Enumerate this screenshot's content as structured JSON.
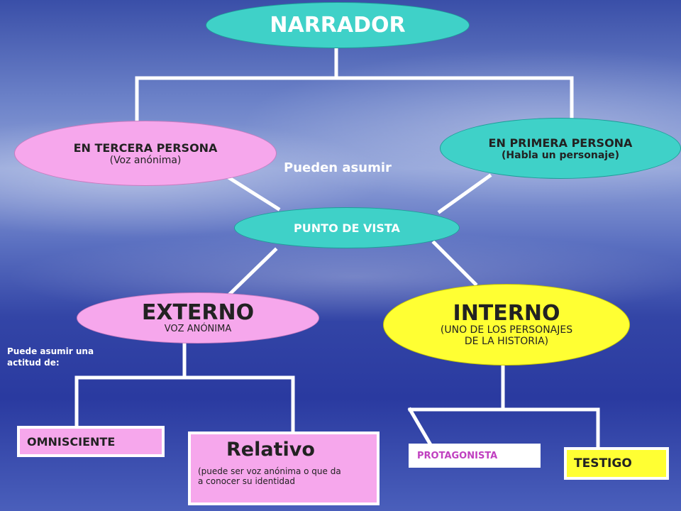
{
  "root": {
    "label": "NARRADOR"
  },
  "level1": {
    "left": {
      "label": "EN TERCERA PERSONA",
      "sub": "(Voz anónima)"
    },
    "right": {
      "label": "EN PRIMERA PERSONA",
      "sub": "(Habla un personaje)"
    }
  },
  "connector_label": "Pueden asumir",
  "center": {
    "label": "PUNTO DE VISTA"
  },
  "level2": {
    "left": {
      "label": "EXTERNO",
      "sub": "VOZ ANÓNIMA"
    },
    "right": {
      "label": "INTERNO",
      "sub_line1": "(UNO DE LOS PERSONAJES",
      "sub_line2": "DE LA HISTORIA)"
    }
  },
  "attitude_note": {
    "line1": "Puede asumir una",
    "line2": "actitud de:"
  },
  "leaves": {
    "omnisciente": "OMNISCIENTE",
    "relativo": {
      "title": "Relativo",
      "desc_line1": "(puede ser voz anónima o que da",
      "desc_line2": "a conocer su identidad"
    },
    "protagonista": "PROTAGONISTA",
    "testigo": "TESTIGO"
  },
  "colors": {
    "teal": "#3fd1c8",
    "pink": "#f6a7ec",
    "yellow": "#ffff33",
    "lines": "#ffffff"
  }
}
